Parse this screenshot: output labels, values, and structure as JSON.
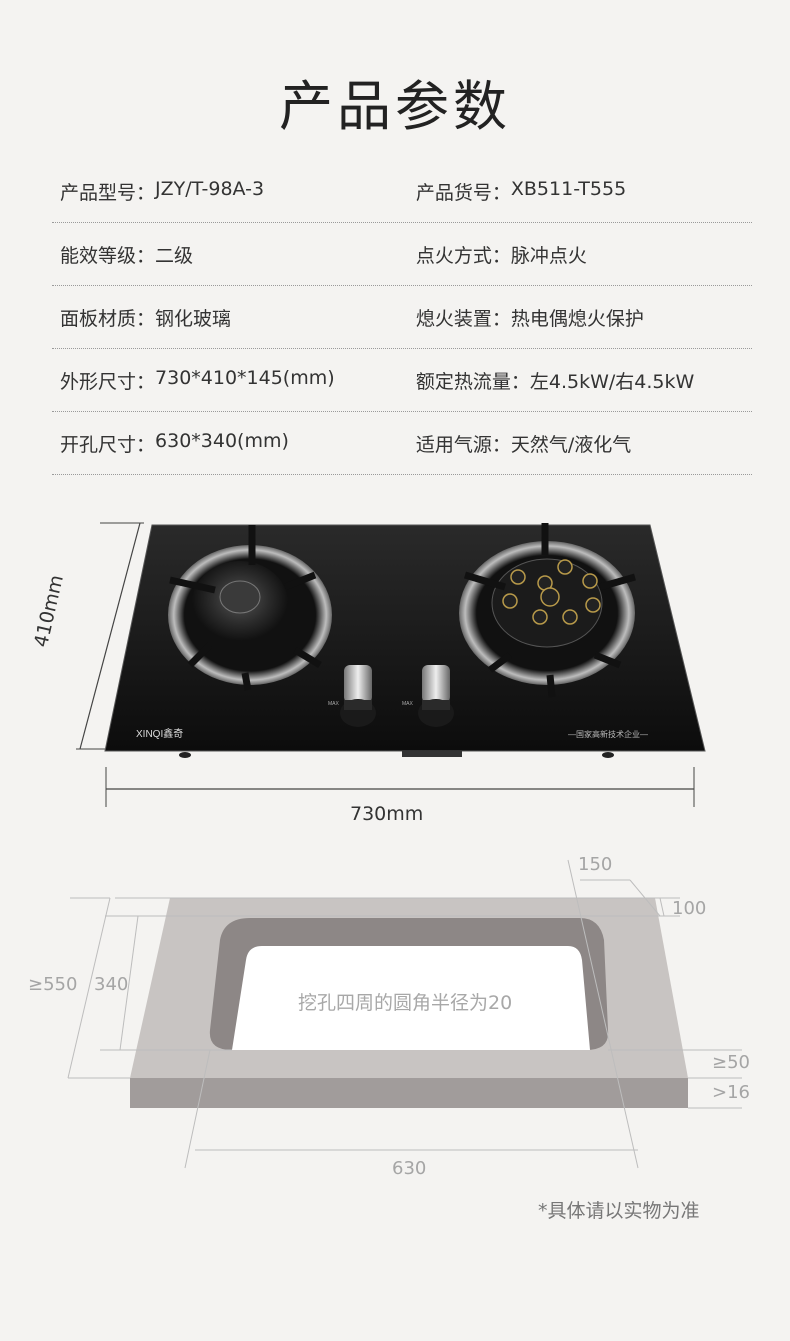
{
  "title": "产品参数",
  "specs": [
    [
      {
        "key": "产品型号：",
        "value": "JZY/T-98A-3"
      },
      {
        "key": "产品货号：",
        "value": "XB511-T555"
      }
    ],
    [
      {
        "key": "能效等级：",
        "value": "二级"
      },
      {
        "key": "点火方式：",
        "value": "脉冲点火"
      }
    ],
    [
      {
        "key": "面板材质：",
        "value": "钢化玻璃"
      },
      {
        "key": "熄火装置：",
        "value": "热电偶熄火保护"
      }
    ],
    [
      {
        "key": "外形尺寸：",
        "value": "730*410*145(mm)"
      },
      {
        "key": "额定热流量：",
        "value": "左4.5kW/右4.5kW"
      }
    ],
    [
      {
        "key": "开孔尺寸：",
        "value": "630*340(mm)"
      },
      {
        "key": "适用气源：",
        "value": "天然气/液化气"
      }
    ]
  ],
  "stove": {
    "brand": "XINQI鑫奇",
    "badge": "—国家高新技术企业—",
    "knob_label": "MAX",
    "height_label": "410mm",
    "width_label": "730mm"
  },
  "cutout": {
    "top_width": "150",
    "top_depth": "100",
    "min_depth": "≥550",
    "hole_depth": "340",
    "front_gap": "≥50",
    "thickness": ">16",
    "hole_width": "630",
    "note": "挖孔四周的圆角半径为20"
  },
  "footnote": "*具体请以实物为准"
}
